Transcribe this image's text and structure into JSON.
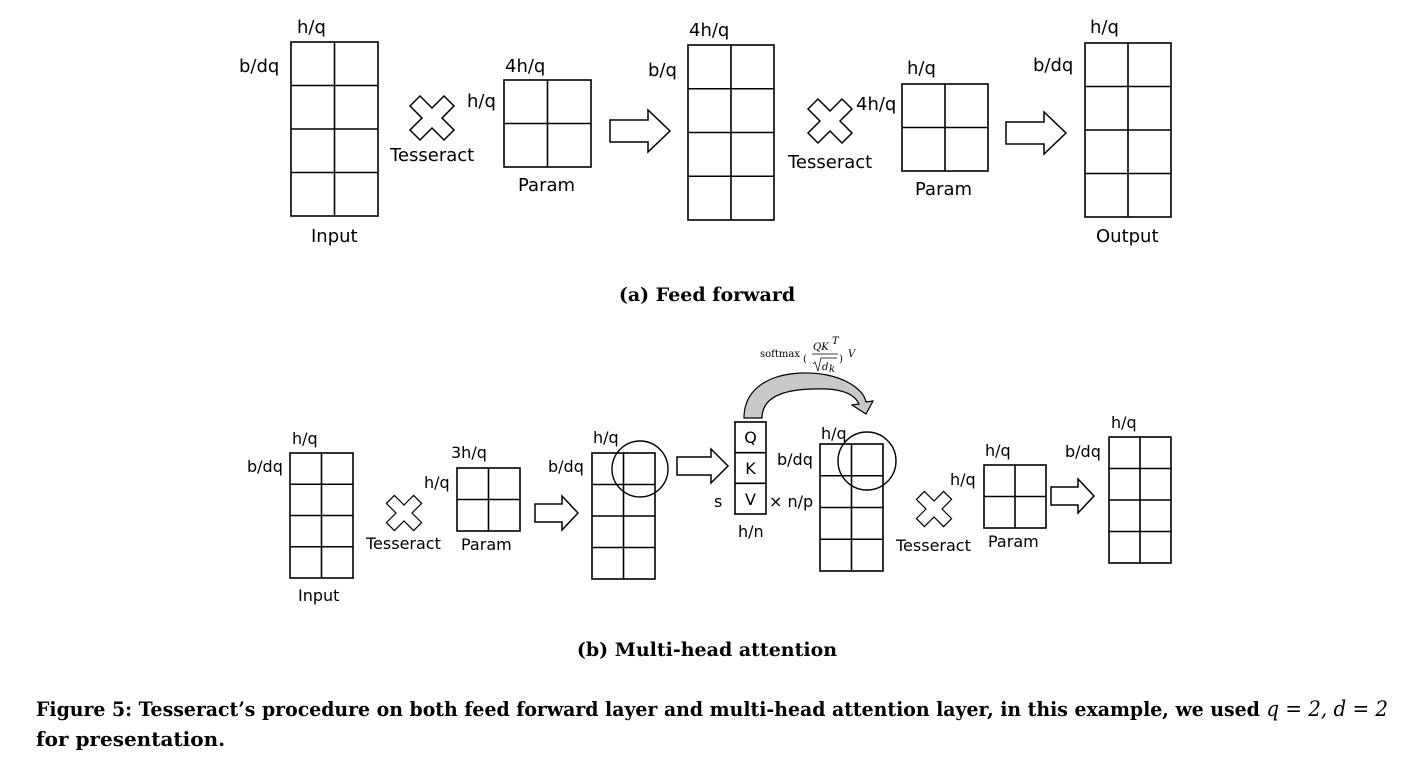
{
  "labels": {
    "h_q": "h/q",
    "b_dq": "b/dq",
    "b_q": "b/q",
    "four_h_q": "4h/q",
    "three_h_q": "3h/q",
    "h_n": "h/n",
    "s": "s",
    "times_n_p": "× n/p",
    "q": "Q",
    "k": "K",
    "v": "V"
  },
  "names": {
    "tesseract": "Tesseract",
    "param": "Param",
    "input": "Input",
    "output": "Output"
  },
  "formula": {
    "prefix": "softmax",
    "numerator": "QK",
    "superscript": "T",
    "denominator": "d",
    "subscript": "k",
    "suffix": "V"
  },
  "captions": {
    "a": "(a) Feed forward",
    "b": "(b) Multi-head attention"
  },
  "figure_caption": {
    "line1_text": "Figure 5: Tesseract’s procedure on both feed forward layer and multi-head attention layer, in this example, we used ",
    "math": "q = 2, d = 2",
    "line2": "for presentation."
  }
}
